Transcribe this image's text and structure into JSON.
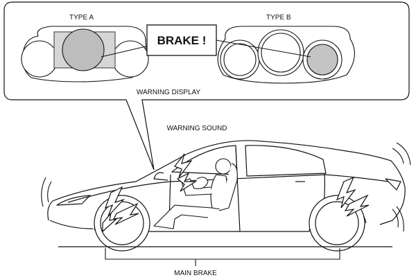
{
  "callout": {
    "type_a": "TYPE A",
    "type_b": "TYPE B",
    "brake_message": "BRAKE !",
    "warning_display": "WARNING DISPLAY"
  },
  "warning_sound": "WARNING SOUND",
  "main_brake": "MAIN BRAKE",
  "icons": [
    "instrument-cluster-type-a-icon",
    "instrument-cluster-type-b-icon",
    "sedan-car-icon",
    "driver-seated-icon",
    "sound-wave-icon",
    "lightning-bolt-icon"
  ]
}
